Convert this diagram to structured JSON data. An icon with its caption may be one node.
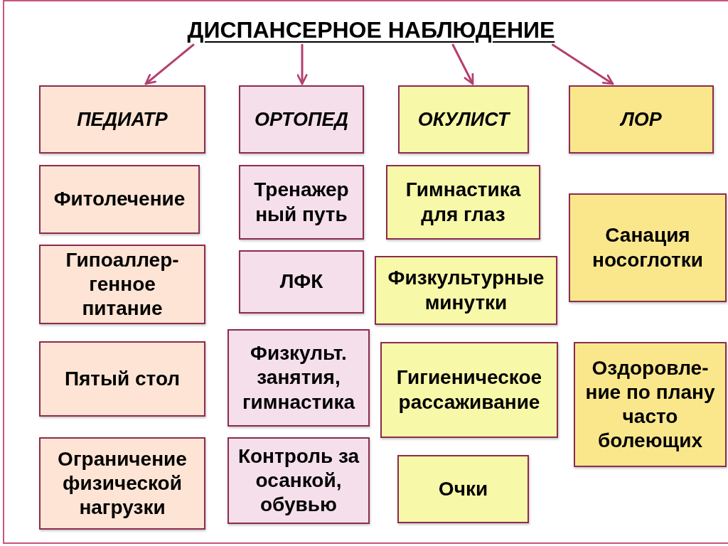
{
  "diagram": {
    "nodes": [
      {
        "text": [
          "ДИСПАНСЕРНОЕ НАБЛЮДЕНИЕ"
        ]
      },
      {
        "text": [
          "ПЕДИАТР"
        ]
      },
      {
        "text": [
          "ОРТОПЕД"
        ]
      },
      {
        "text": [
          "ОКУЛИСТ"
        ]
      },
      {
        "text": [
          "ЛОР"
        ]
      },
      {
        "text": [
          "Фитолечение"
        ]
      },
      {
        "text": [
          "Гипоаллер- генное питание"
        ]
      },
      {
        "text": [
          "Пятый стол"
        ]
      },
      {
        "text": [
          "Ограничение физической нагрузки"
        ]
      },
      {
        "text": [
          "Тренажер ный путь"
        ]
      },
      {
        "text": [
          "ЛФК"
        ]
      },
      {
        "text": [
          "Физкульт. занятия, гимнастика"
        ]
      },
      {
        "text": [
          "Контроль за осанкой, обувью"
        ]
      },
      {
        "text": [
          "Гимнастика для глаз"
        ]
      },
      {
        "text": [
          "Физкультурные минутки"
        ]
      },
      {
        "text": [
          "Гигиеническое рассаживание"
        ]
      },
      {
        "text": [
          "Очки"
        ]
      },
      {
        "text": [
          "Санация носоглотки"
        ]
      },
      {
        "text": [
          "Оздоровле- ние по плану часто болеющих"
        ]
      }
    ],
    "edges": [
      {
        "from": 0,
        "to": 1,
        "arrow": "to"
      },
      {
        "from": 0,
        "to": 2,
        "arrow": "to"
      },
      {
        "from": 0,
        "to": 3,
        "arrow": "to"
      },
      {
        "from": 0,
        "to": 4,
        "arrow": "to"
      }
    ]
  }
}
